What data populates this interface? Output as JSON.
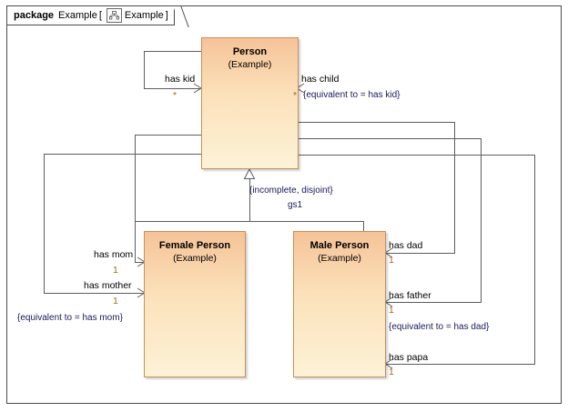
{
  "package": {
    "keyword": "package",
    "name": "Example",
    "bracket_open": "[",
    "bracket_close": "]",
    "diagram_name": "Example",
    "icon": "package-diagram-icon"
  },
  "classes": [
    {
      "id": "person",
      "name": "Person",
      "qualifier": "(Example)"
    },
    {
      "id": "female_person",
      "name": "Female Person",
      "qualifier": "(Example)"
    },
    {
      "id": "male_person",
      "name": "Male Person",
      "qualifier": "(Example)"
    }
  ],
  "generalization": {
    "constraint": "{incomplete, disjoint}",
    "set_name": "gs1"
  },
  "associations": [
    {
      "id": "has-kid",
      "label": "has kid",
      "multiplicity": "*",
      "constraint": ""
    },
    {
      "id": "has-child",
      "label": "has child",
      "multiplicity": "*",
      "constraint": "{equivalent to = has kid}"
    },
    {
      "id": "has-mom",
      "label": "has mom",
      "multiplicity": "1",
      "constraint": ""
    },
    {
      "id": "has-mother",
      "label": "has mother",
      "multiplicity": "1",
      "constraint": "{equivalent to = has mom}"
    },
    {
      "id": "has-dad",
      "label": "has dad",
      "multiplicity": "1",
      "constraint": ""
    },
    {
      "id": "has-father",
      "label": "has father",
      "multiplicity": "1",
      "constraint": "{equivalent to = has dad}"
    },
    {
      "id": "has-papa",
      "label": "has papa",
      "multiplicity": "1",
      "constraint": ""
    }
  ],
  "colors": {
    "class_fill_top": "#f6c398",
    "class_fill_bottom": "#fdf2d7",
    "class_border": "#c8905a",
    "line": "#5d5d5d",
    "frame_border": "#4a4a4a",
    "multiplicity_text": "#a06a20",
    "constraint_text": "#1a1a5a"
  }
}
